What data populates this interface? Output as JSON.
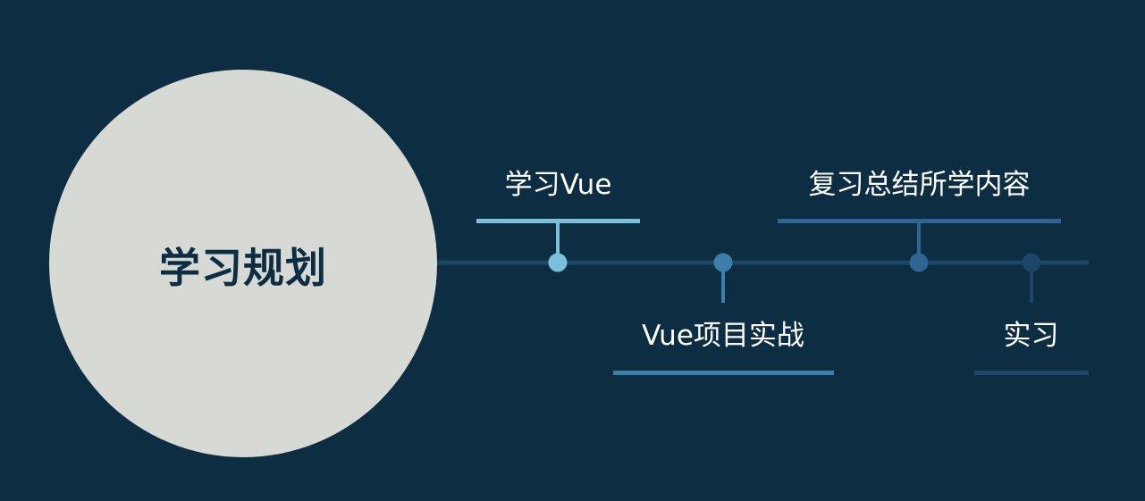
{
  "title": "学习规划",
  "steps": [
    {
      "label": "学习Vue",
      "position": "above",
      "color": "#7bbfdb"
    },
    {
      "label": "Vue项目实战",
      "position": "below",
      "color": "#3d7eab"
    },
    {
      "label": "复习总结所学内容",
      "position": "above",
      "color": "#2e6592"
    },
    {
      "label": "实习",
      "position": "below",
      "color": "#1b4666"
    }
  ],
  "colors": {
    "background": "#0d2e42",
    "circle": "#d7d9d5",
    "axis": "#1b4666",
    "text": "#ffffff"
  }
}
